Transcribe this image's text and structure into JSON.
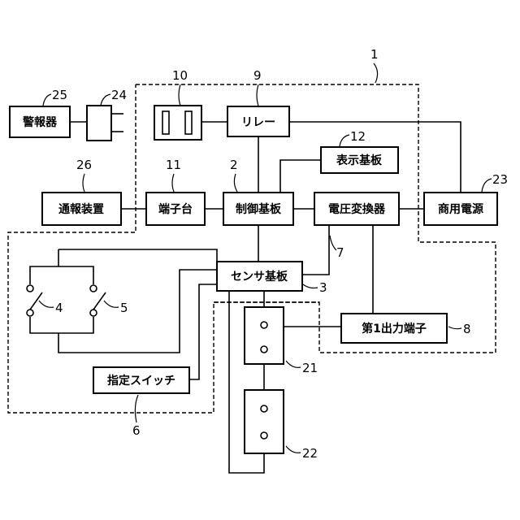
{
  "blocks": {
    "alarm": "警報器",
    "relay": "リレー",
    "display_board": "表示基板",
    "notification_device": "通報装置",
    "terminal_block": "端子台",
    "control_board": "制御基板",
    "voltage_converter": "電圧変換器",
    "commercial_power": "商用電源",
    "sensor_board": "センサ基板",
    "first_output_terminal": "第1出力端子",
    "designation_switch": "指定スイッチ"
  },
  "reference_numerals": {
    "n1": "1",
    "n2": "2",
    "n3": "3",
    "n4": "4",
    "n5": "5",
    "n6": "6",
    "n7": "7",
    "n8": "8",
    "n9": "9",
    "n10": "10",
    "n11": "11",
    "n12": "12",
    "n21": "21",
    "n22": "22",
    "n23": "23",
    "n24": "24",
    "n25": "25",
    "n26": "26"
  }
}
